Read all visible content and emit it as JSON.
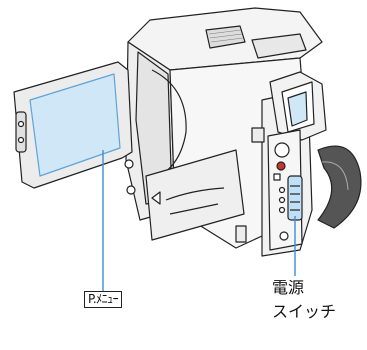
{
  "diagram": {
    "labels": {
      "p_menu": "P.ﾒﾆｭｰ",
      "power_switch_line1": "電源",
      "power_switch_line2": "スイッチ"
    },
    "colors": {
      "lcd_screen": "#cfe7f7",
      "lcd_screen_border": "#5fa3d6",
      "callout_line": "#3b8fd9",
      "power_switch_highlight": "#bfe0f7",
      "outline": "#222222",
      "record_button": "#c0392b"
    }
  }
}
